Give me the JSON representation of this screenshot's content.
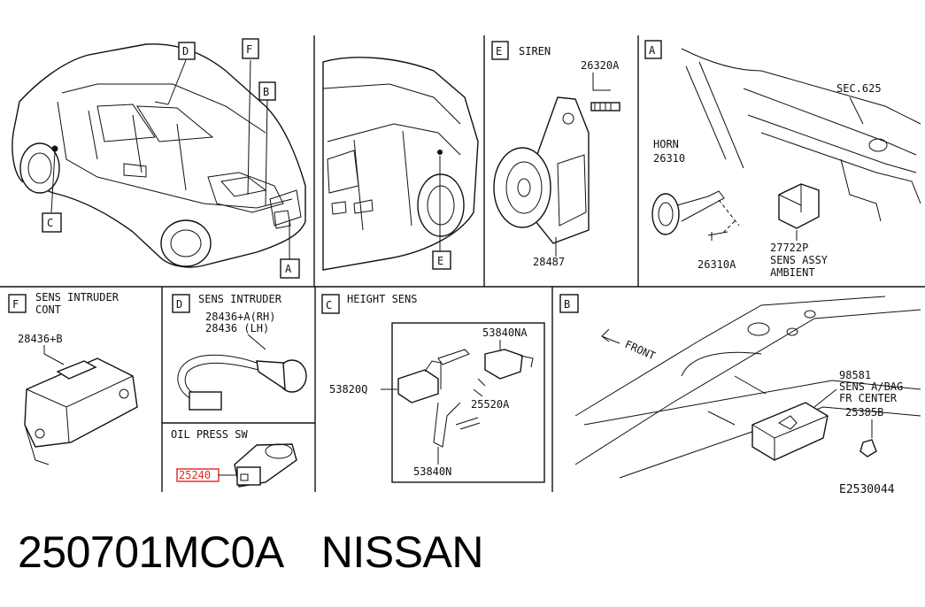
{
  "overview": {
    "callouts": [
      "D",
      "F",
      "B",
      "C",
      "A"
    ]
  },
  "side_view": {
    "callout": "E"
  },
  "panel_e": {
    "letter": "E",
    "title": "SIREN",
    "parts": [
      "26320A",
      "28487"
    ]
  },
  "panel_a": {
    "letter": "A",
    "sec_label": "SEC.625",
    "horn_label": "HORN",
    "horn_part": "26310",
    "bolt_part": "26310A",
    "sensor_part": "27722P",
    "sensor_line1": "SENS ASSY",
    "sensor_line2": "AMBIENT"
  },
  "panel_f": {
    "letter": "F",
    "title_line1": "SENS INTRUDER",
    "title_line2": "CONT",
    "part": "28436+B"
  },
  "panel_d": {
    "letter": "D",
    "title": "SENS INTRUDER",
    "part_line1": "28436+A(RH)",
    "part_line2": "28436   (LH)"
  },
  "panel_oil": {
    "title": "OIL PRESS SW",
    "part": "25240"
  },
  "panel_c": {
    "letter": "C",
    "title": "HEIGHT SENS",
    "parts": [
      "53840NA",
      "53820Q",
      "25520A",
      "53840N"
    ]
  },
  "panel_b": {
    "letter": "B",
    "front_label": "FRONT",
    "part": "98581",
    "part_line1": "SENS A/BAG",
    "part_line2": "FR CENTER",
    "part2": "25385B"
  },
  "figure_code": "E2530044",
  "caption": {
    "part_number": "250701MC0A",
    "brand": "NISSAN"
  },
  "colors": {
    "line": "#111111",
    "highlight": "#e2261d"
  }
}
